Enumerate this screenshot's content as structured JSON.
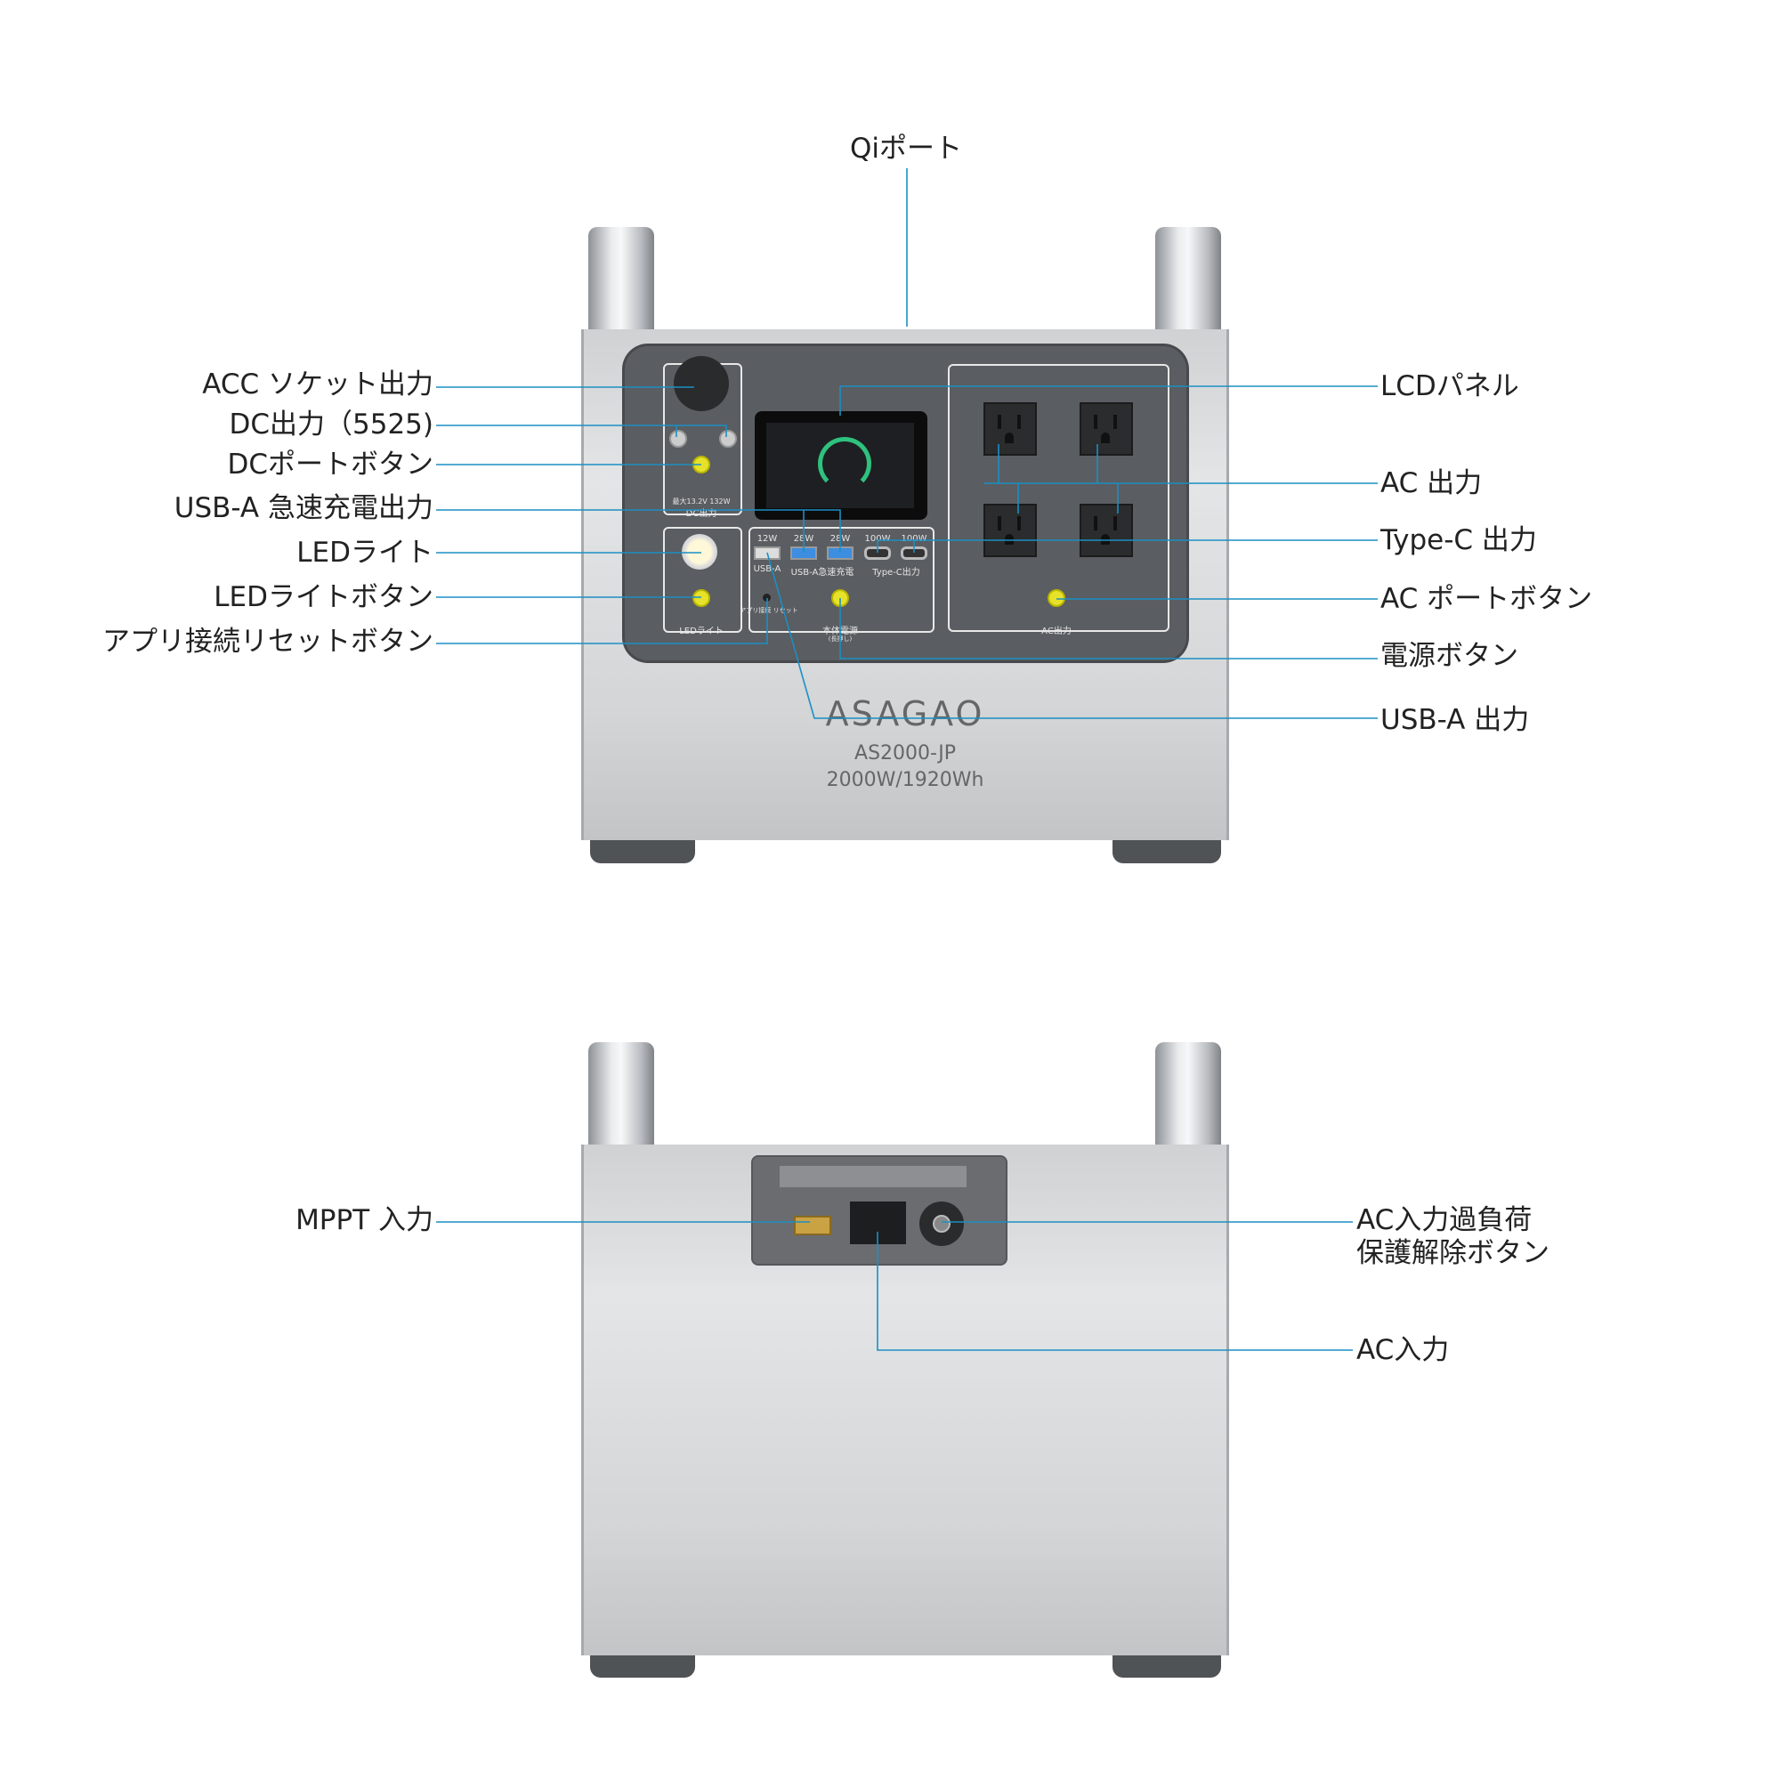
{
  "top_label": "Qiポート",
  "front_left_labels": [
    "ACC ソケット出力",
    "DC出力（5525)",
    "DCポートボタン",
    "USB-A 急速充電出力",
    "LEDライト",
    "LEDライトボタン",
    "アプリ接続リセットボタン"
  ],
  "front_right_labels": [
    "LCDパネル",
    "AC 出力",
    "Type-C 出力",
    "AC ポートボタン",
    "電源ボタン",
    "USB-A 出力"
  ],
  "panel_text": {
    "dc_spec": "最大13.2V 132W",
    "dc_out": "DC出力",
    "led_light": "LEDライト",
    "usb_watts": [
      "12W",
      "28W",
      "28W",
      "100W",
      "100W"
    ],
    "usb_a": "USB-A",
    "usb_a_fast": "USB-A急速充電",
    "type_c": "Type-C出力",
    "app_reset": "アプリ接続 リセット",
    "power": "本体電源",
    "long_press": "(長押し)",
    "ac_out": "AC出力"
  },
  "brand": {
    "name": "ASAGAO",
    "model": "AS2000-JP",
    "capacity": "2000W/1920Wh"
  },
  "rear_left_labels": [
    "MPPT 入力"
  ],
  "rear_right_labels": [
    "AC入力過負荷\n保護解除ボタン",
    "AC入力"
  ],
  "rear_right_label_lines": [
    "AC入力過負荷",
    "保護解除ボタン"
  ],
  "colors": {
    "leader_line": "#1b8fc4",
    "button": "#e6e22a",
    "panel": "#5a5d61"
  }
}
